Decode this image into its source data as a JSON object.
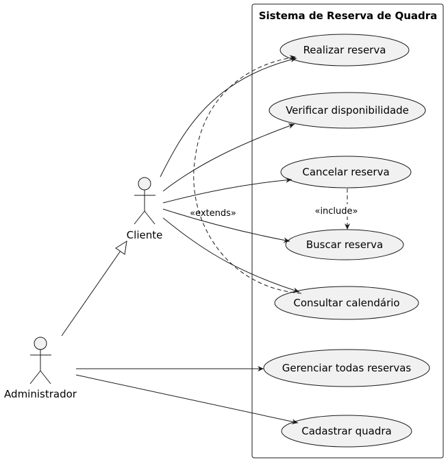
{
  "system": {
    "title": "Sistema de Reserva de Quadra"
  },
  "actors": {
    "cliente": "Cliente",
    "administrador": "Administrador"
  },
  "use_cases": {
    "realizar": "Realizar reserva",
    "verificar": "Verificar disponibilidade",
    "cancelar": "Cancelar reserva",
    "buscar": "Buscar reserva",
    "consultar": "Consultar calendário",
    "gerenciar": "Gerenciar todas reservas",
    "cadastrar": "Cadastrar quadra"
  },
  "relations": {
    "include_label": "«include»",
    "extends_label": "«extends»"
  },
  "colors": {
    "usecase_fill": "#f1f1f1",
    "line": "#181818",
    "actor_fill": "#f1f1f1"
  }
}
